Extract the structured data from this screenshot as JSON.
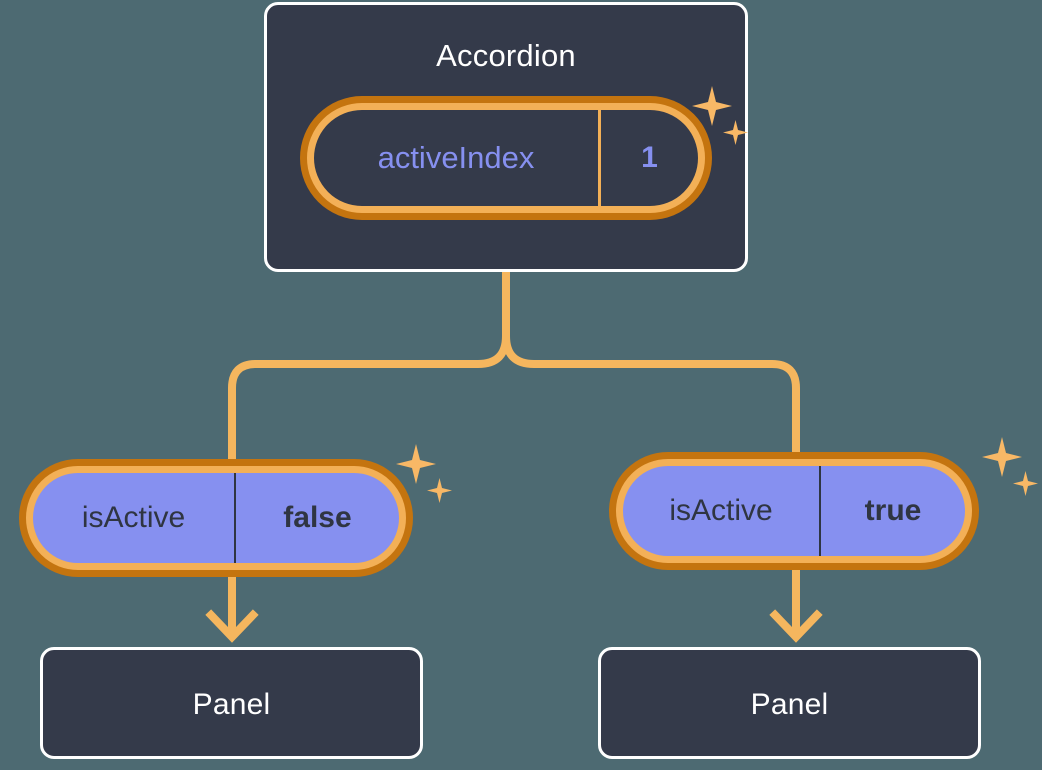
{
  "theme": {
    "background": "#4d6a72",
    "card_fill": "#343a4a",
    "card_border": "#ffffff",
    "pill_ring_inner": "#f3b057",
    "pill_ring_outer": "#c4740f",
    "prop_fill": "#8690f0",
    "state_text": "#8690f0",
    "prop_text": "#2f3542",
    "wire": "#f5b65e",
    "sparkle": "#f8b866"
  },
  "diagram": {
    "type": "component-tree",
    "root": {
      "name": "accordion-node",
      "title": "Accordion",
      "state": {
        "key": "activeIndex",
        "value": "1",
        "kind": "state",
        "highlighted": true
      }
    },
    "children": [
      {
        "name": "panel-node-left",
        "title": "Panel",
        "prop": {
          "key": "isActive",
          "value": "false",
          "kind": "prop",
          "highlighted": true
        }
      },
      {
        "name": "panel-node-right",
        "title": "Panel",
        "prop": {
          "key": "isActive",
          "value": "true",
          "kind": "prop",
          "highlighted": true
        }
      }
    ]
  },
  "icons": {
    "sparkle_large": "sparkle-icon",
    "sparkle_small": "sparkle-small-icon",
    "arrow_down": "arrow-down-icon"
  }
}
